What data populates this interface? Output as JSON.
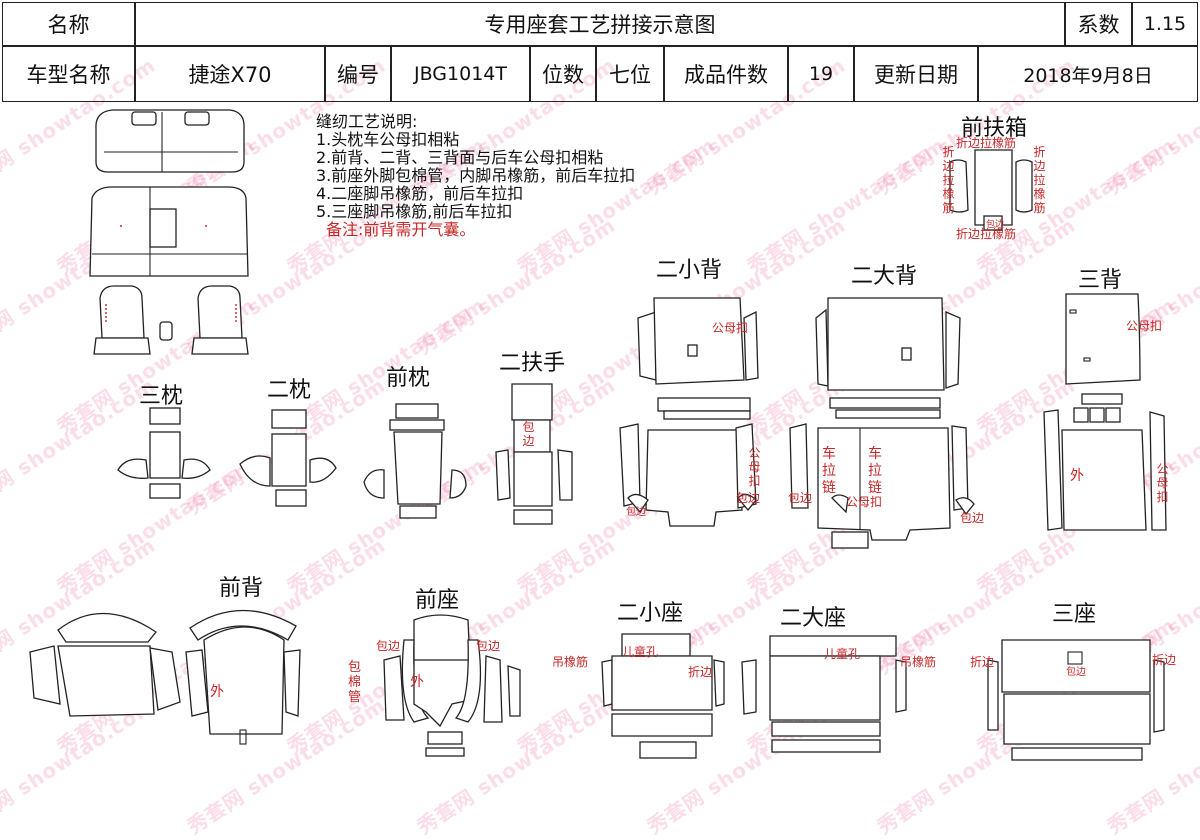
{
  "header": {
    "name_label": "名称",
    "title": "专用座套工艺拼接示意图",
    "coef_label": "系数",
    "coef_value": "1.15",
    "model_label": "车型名称",
    "model_value": "捷途X70",
    "code_label": "编号",
    "code_value": "JBG1014T",
    "seats_label": "位数",
    "seats_value": "七位",
    "pieces_label": "成品件数",
    "pieces_value": "19",
    "date_label": "更新日期",
    "date_value": "2018年9月8日"
  },
  "notes": {
    "title": "缝纫工艺说明:",
    "items": [
      "1.头枕车公母扣相粘",
      "2.前背、二背、三背面与后车公母扣相粘",
      "3.前座外脚包棉管，内脚吊橡筋，前后车拉扣",
      "4.二座脚吊橡筋，前后车拉扣",
      "5.三座脚吊橡筋,前后车拉扣"
    ],
    "remark": "备注:前背需开气囊。"
  },
  "groups": {
    "front_armbox": "前扶箱",
    "second_small_back": "二小背",
    "second_large_back": "二大背",
    "third_back": "三背",
    "third_pillow": "三枕",
    "second_pillow": "二枕",
    "front_pillow": "前枕",
    "second_armrest": "二扶手",
    "front_back": "前背",
    "front_seat": "前座",
    "second_small_seat": "二小座",
    "second_large_seat": "二大座",
    "third_seat": "三座"
  },
  "annotations": {
    "fold_edge_elastic": "折边拉橡筋",
    "buckle": "公母扣",
    "wrap_edge": "包边",
    "car_zipper": "车拉链",
    "outside": "外",
    "wrap_cotton_tube": "包棉管",
    "hang_elastic": "吊橡筋",
    "child_hole": "儿童孔",
    "fold_edge": "折边"
  },
  "watermark": {
    "text": "showtao.com",
    "brand": "秀套网"
  }
}
